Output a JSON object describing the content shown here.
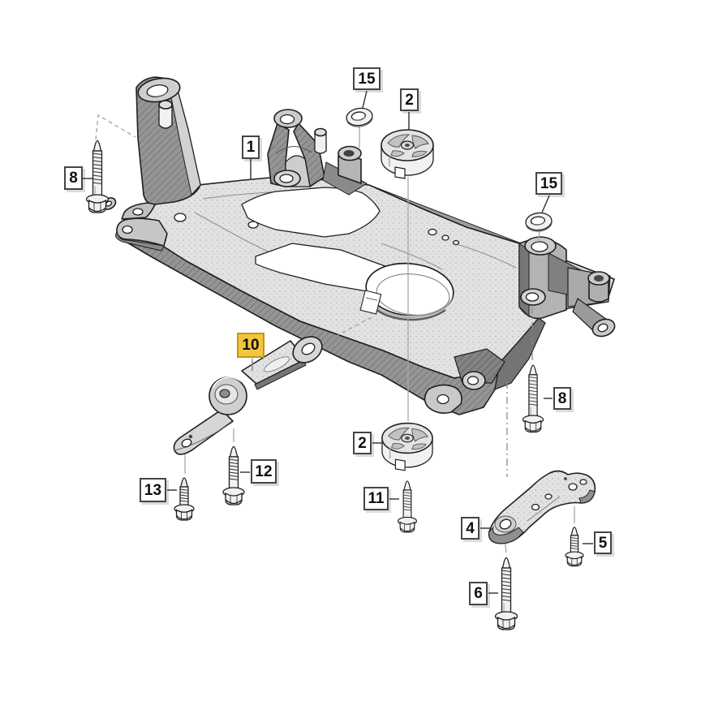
{
  "figure": {
    "kind": "exploded-parts-diagram",
    "background": "#ffffff"
  },
  "theme": {
    "highlight_fill": "#f2c63c",
    "highlight_border": "#c49417",
    "box_border": "#454545",
    "leader_line": "#3c3c3c",
    "drawing_line": "#1f1f1f"
  },
  "callouts": [
    {
      "id": "8-left",
      "label": "8",
      "highlighted": false
    },
    {
      "id": "1",
      "label": "1",
      "highlighted": false
    },
    {
      "id": "15-top",
      "label": "15",
      "highlighted": false
    },
    {
      "id": "2-top",
      "label": "2",
      "highlighted": false
    },
    {
      "id": "15-right",
      "label": "15",
      "highlighted": false
    },
    {
      "id": "8-right",
      "label": "8",
      "highlighted": false
    },
    {
      "id": "10",
      "label": "10",
      "highlighted": true
    },
    {
      "id": "12",
      "label": "12",
      "highlighted": false
    },
    {
      "id": "13",
      "label": "13",
      "highlighted": false
    },
    {
      "id": "2-bottom",
      "label": "2",
      "highlighted": false
    },
    {
      "id": "11",
      "label": "11",
      "highlighted": false
    },
    {
      "id": "4",
      "label": "4",
      "highlighted": false
    },
    {
      "id": "5",
      "label": "5",
      "highlighted": false
    },
    {
      "id": "6",
      "label": "6",
      "highlighted": false
    }
  ]
}
